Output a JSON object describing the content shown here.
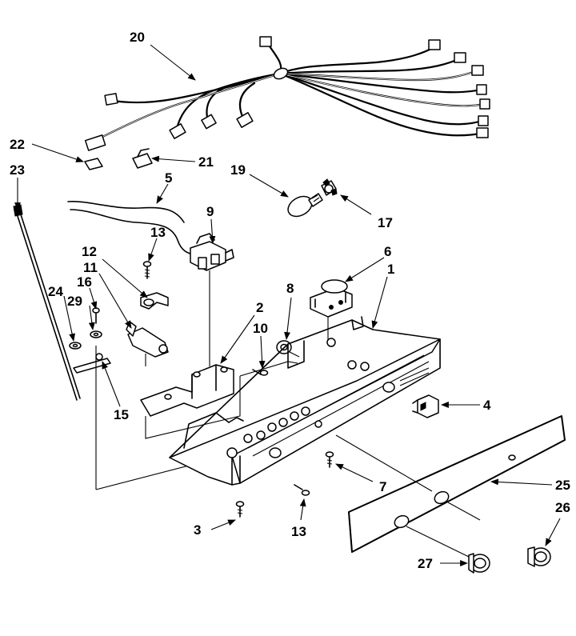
{
  "diagram": {
    "callouts": [
      "1",
      "2",
      "3",
      "4",
      "5",
      "6",
      "7",
      "8",
      "9",
      "10",
      "11",
      "12",
      "13",
      "13",
      "15",
      "16",
      "17",
      "19",
      "20",
      "21",
      "22",
      "23",
      "24",
      "25",
      "26",
      "27",
      "29"
    ]
  }
}
